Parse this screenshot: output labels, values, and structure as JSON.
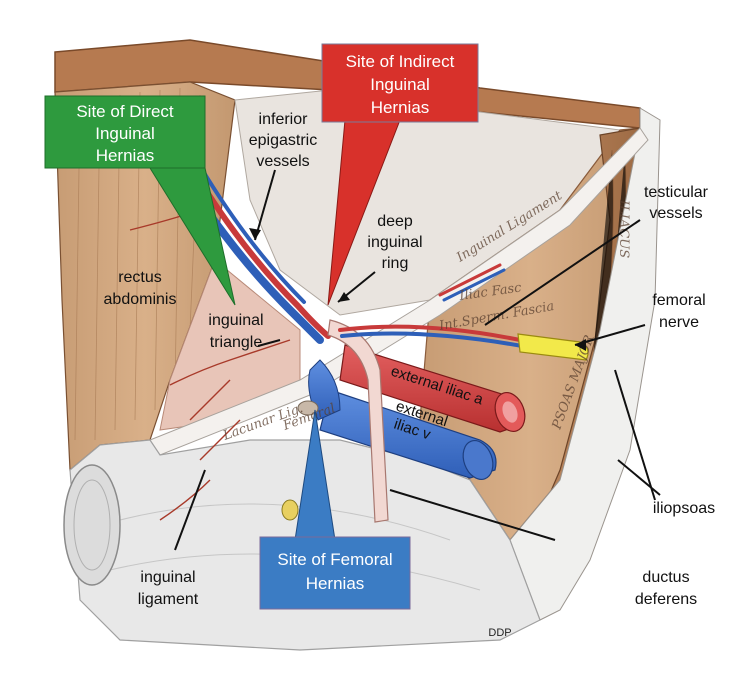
{
  "callouts": {
    "direct": {
      "lines": [
        "Site of Direct",
        "Inguinal",
        "Hernias"
      ],
      "color": "#2e9a3e"
    },
    "indirect": {
      "lines": [
        "Site of Indirect",
        "Inguinal",
        "Hernias"
      ],
      "color": "#d8312b"
    },
    "femoral": {
      "lines": [
        "Site of Femoral",
        "Hernias"
      ],
      "color": "#3b7cc4"
    }
  },
  "labels": {
    "inferior_epigastric": [
      "inferior",
      "epigastric",
      "vessels"
    ],
    "deep_ring": [
      "deep",
      "inguinal",
      "ring"
    ],
    "testicular": [
      "testicular",
      "vessels"
    ],
    "rectus": [
      "rectus",
      "abdominis"
    ],
    "triangle": [
      "inguinal",
      "triangle"
    ],
    "femoral_nerve": [
      "femoral",
      "nerve"
    ],
    "iliopsoas": "iliopsoas",
    "inguinal_ligament": [
      "inguinal",
      "ligament"
    ],
    "ductus": [
      "ductus",
      "deferens"
    ],
    "ext_iliac_a": "external iliac a",
    "ext_iliac_v": [
      "external",
      "iliac v"
    ],
    "credit": "DDP"
  },
  "engraved_labels": {
    "inguinal_ligament": "Inguinal Ligament",
    "iliac_fascia": "Iliac Fasc",
    "int_sperm": "Int.Sperm. Fascia",
    "iliacus": "ILIACUS",
    "psoas": "PSOAS MAJOR",
    "lacunar": "Lacunar Lig.",
    "femoral": "Femoral"
  },
  "colors": {
    "muscle": "#c9a07a",
    "skin": "#e6d8cc",
    "artery": "#d94444",
    "vein": "#3a6fd0",
    "nerve": "#f2e94a",
    "membrane": "#eeeeee"
  }
}
